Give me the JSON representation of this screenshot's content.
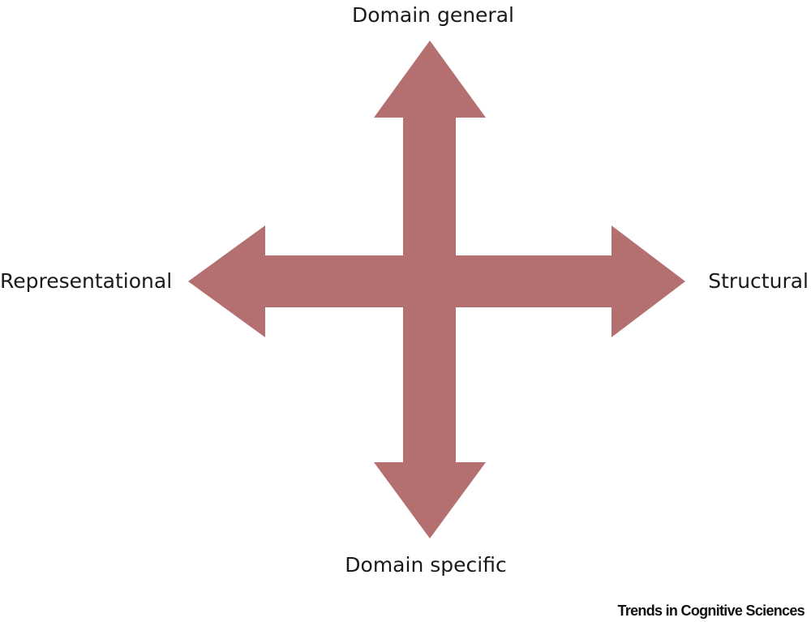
{
  "diagram": {
    "labels": {
      "top": "Domain general",
      "bottom": "Domain specific",
      "left": "Representational",
      "right": "Structural"
    },
    "arrow_color": "#b47071",
    "credit": "Trends in Cognitive Sciences"
  }
}
